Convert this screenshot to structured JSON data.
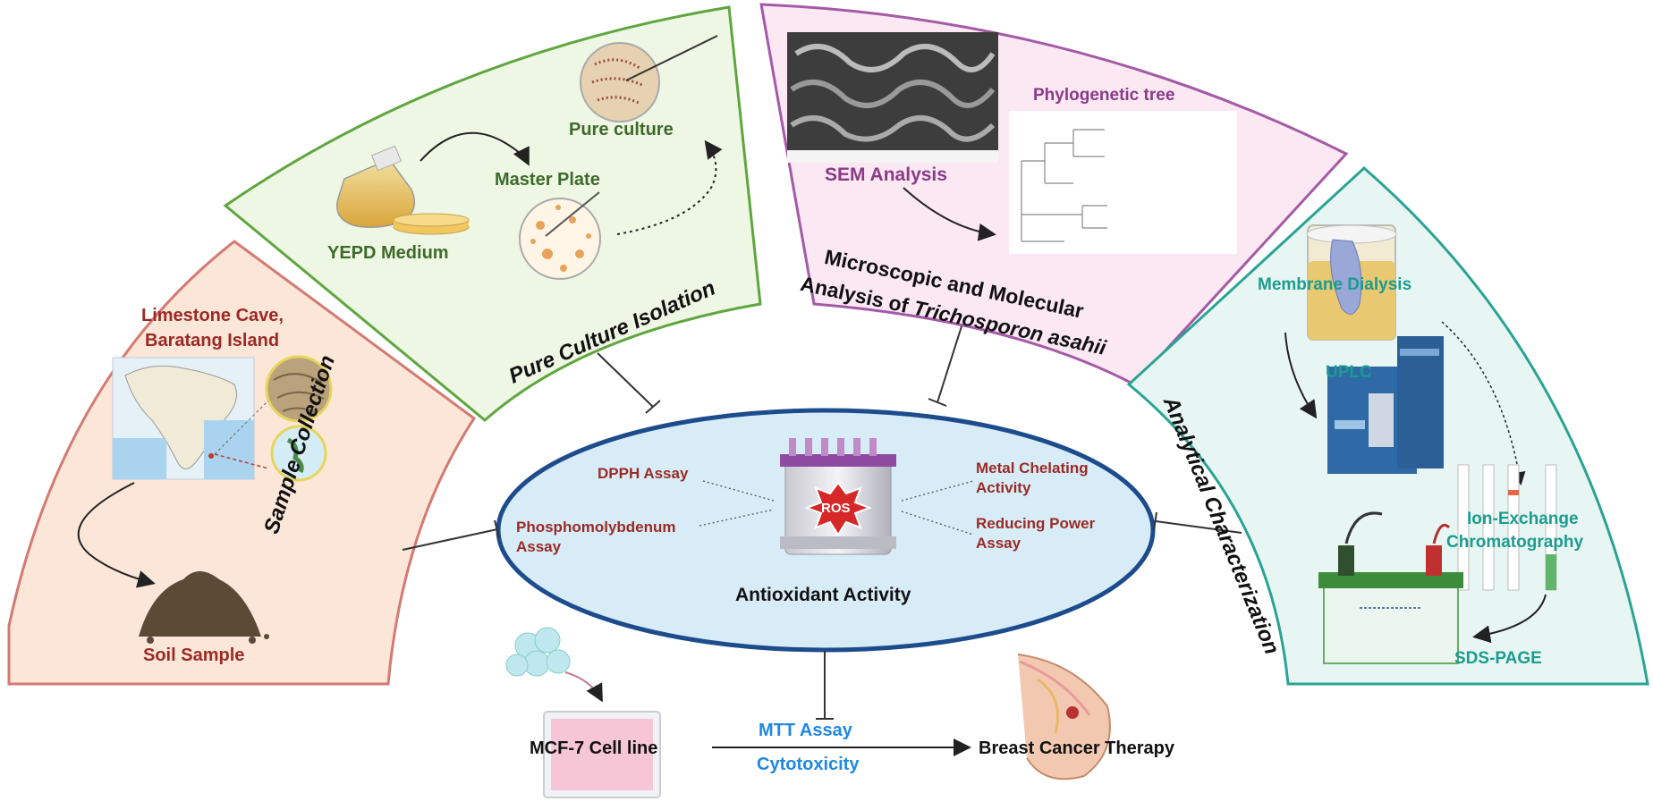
{
  "sections": {
    "sample_collection": {
      "title": "Sample Collection",
      "location_line1": "Limestone Cave,",
      "location_line2": "Baratang Island",
      "soil_label": "Soil Sample"
    },
    "pure_culture": {
      "title": "Pure Culture Isolation",
      "medium_label": "YEPD Medium",
      "master_plate_label": "Master Plate",
      "pure_culture_label": "Pure culture"
    },
    "microscopic": {
      "title_line1": "Microscopic and Molecular",
      "title_line2_prefix": "Analysis of ",
      "title_line2_species": "Trichosporon asahii",
      "sem_label": "SEM Analysis",
      "tree_label": "Phylogenetic tree"
    },
    "analytical": {
      "title": "Analytical Characterization",
      "dialysis_label": "Membrane Dialysis",
      "uplc_label": "UPLC",
      "iex_line1": "Ion-Exchange",
      "iex_line2": "Chromatography",
      "sds_label": "SDS-PAGE"
    }
  },
  "center": {
    "title": "Antioxidant Activity",
    "ros_label": "ROS",
    "assays": {
      "dpph": "DPPH Assay",
      "phospho_line1": "Phosphomolybdenum",
      "phospho_line2": "Assay",
      "metal_line1": "Metal Chelating",
      "metal_line2": "Activity",
      "reducing_line1": "Reducing Power",
      "reducing_line2": "Assay"
    }
  },
  "bottom": {
    "cell_line": "MCF-7 Cell line",
    "mtt": "MTT Assay",
    "cytotoxicity": "Cytotoxicity",
    "therapy": "Breast Cancer Therapy"
  },
  "colors": {
    "sample_fill": "#fbe6d8",
    "sample_stroke": "#d47a72",
    "culture_fill": "#eef6e4",
    "culture_stroke": "#5fa63f",
    "micro_fill": "#fbe8f3",
    "micro_stroke": "#a45aa6",
    "analytical_fill": "#e8f6f3",
    "analytical_stroke": "#2aa394",
    "ellipse_fill": "#d7ecf6",
    "ellipse_stroke": "#1d4c8c"
  }
}
